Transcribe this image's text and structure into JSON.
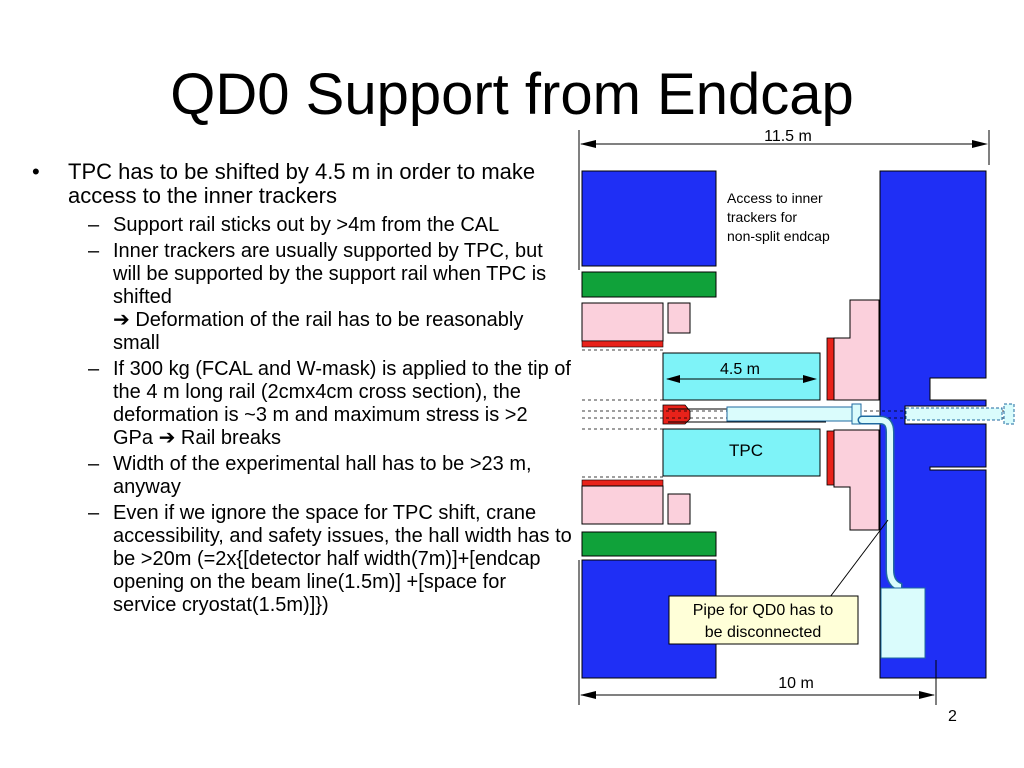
{
  "title": "QD0 Support from Endcap",
  "bullets": [
    {
      "text": "TPC has to be shifted by 4.5 m in order to make access to the inner trackers",
      "sub": [
        {
          "text": "Support rail sticks out by >4m from the CAL"
        },
        {
          "text": "Inner trackers are usually supported by TPC, but will be supported by the support rail when TPC is shifted",
          "cont": "Deformation of the rail has to be reasonably small"
        },
        {
          "pre": "If 300 kg (FCAL and W-mask) is applied to the tip of the 4 m long rail (2cmx4cm cross section), the deformation is ~3 m and maximum stress is >2 GPa",
          "post": "Rail breaks"
        },
        {
          "text": "Width of the experimental hall has to be >23 m, anyway"
        },
        {
          "text": "Even if we ignore the space for TPC shift, crane accessibility, and safety issues, the hall width has to be >20m (=2x{[detector half width(7m)]+[endcap opening on the beam line(1.5m)] +[space for service cryostat(1.5m)]})"
        }
      ]
    }
  ],
  "diagram": {
    "dim_top": "11.5 m",
    "access_label": [
      "Access to inner",
      "trackers for",
      "non-split endcap"
    ],
    "dim_tpc_shift": "4.5 m",
    "tpc_label": "TPC",
    "pipe_label": [
      "Pipe for QD0 has to",
      "be disconnected"
    ],
    "dim_bottom": "10 m"
  },
  "page_number": "2",
  "colors": {
    "detector_blue": "#1f2ff5",
    "tracker_green": "#10a23a",
    "support_pink": "#fbd0dc",
    "tpc_cyan": "#7ef3f8",
    "rail_red": "#e8221a",
    "pipe_light": "#dafcfc",
    "callout_fill": "#ffffd8"
  },
  "icons": [
    "right-arrow-icon"
  ]
}
